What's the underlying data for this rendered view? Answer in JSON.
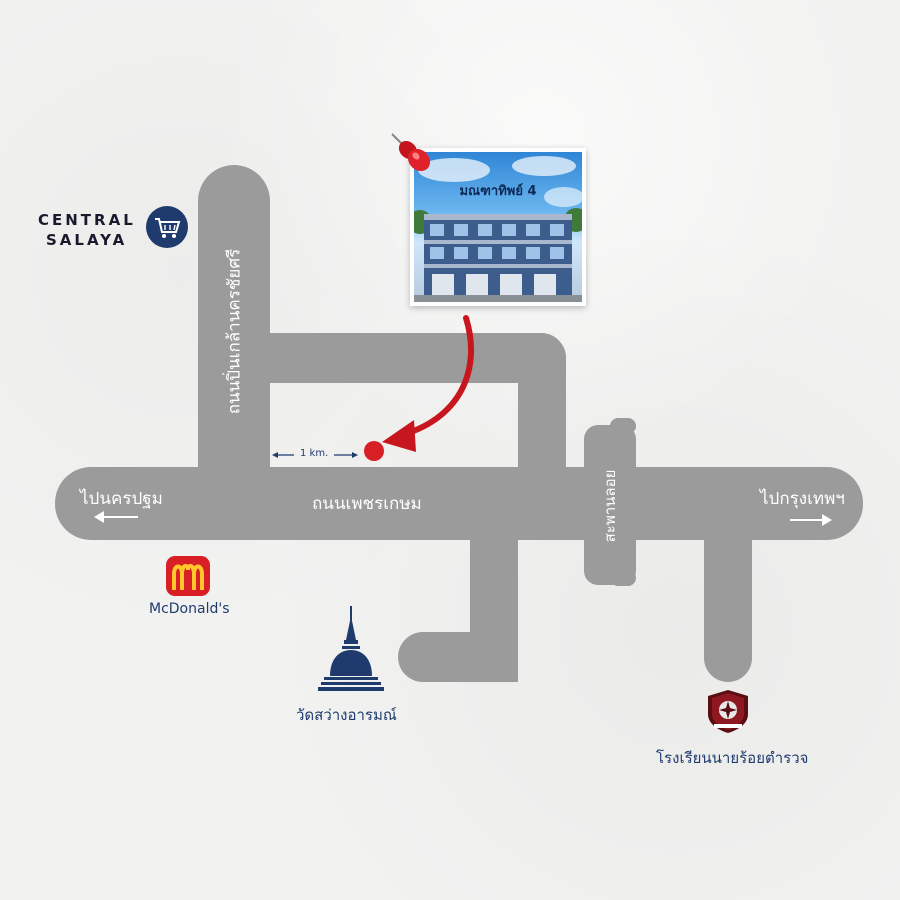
{
  "roads": {
    "main_road": "ถนนเพชรเกษม",
    "left_vertical": "ถนนปิ่นเกล้านครชัยศรี",
    "right_vertical": "สะพานลอย"
  },
  "directions": {
    "west": "ไปนครปฐม",
    "east": "ไปกรุงเทพฯ"
  },
  "distance": "1 km.",
  "destination": {
    "title": "มณฑาทิพย์ 4",
    "pin_color": "#e0202a",
    "marker_color": "#d81f26",
    "arrow_color": "#c8161e"
  },
  "landmarks": {
    "central": {
      "line1": "CENTRAL",
      "line2": "SALAYA",
      "icon": "shopping-cart-icon"
    },
    "mcdonalds": {
      "label": "McDonald's",
      "icon": "mcdonalds-logo-icon"
    },
    "temple": {
      "label": "วัดสว่างอารมณ์",
      "icon": "temple-stupa-icon"
    },
    "police_school": {
      "label": "โรงเรียนนายร้อยตำรวจ",
      "icon": "police-shield-icon"
    }
  },
  "colors": {
    "road": "#9b9b9b",
    "navy": "#1f3b6e",
    "red": "#d81f26"
  }
}
